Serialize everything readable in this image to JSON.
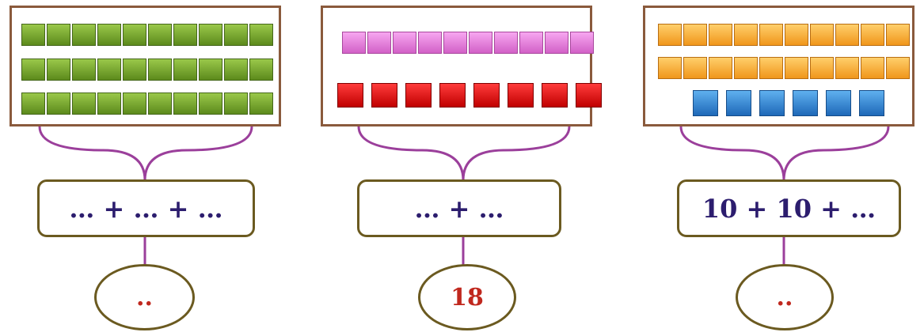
{
  "exercises": [
    {
      "id": "ex1",
      "blocks": [
        {
          "color": "green",
          "count": 10
        },
        {
          "color": "green",
          "count": 10
        },
        {
          "color": "green",
          "count": 10
        }
      ],
      "equation": "… + … + …",
      "answer": ".."
    },
    {
      "id": "ex2",
      "blocks": [
        {
          "color": "pink",
          "count": 10
        },
        {
          "color": "red",
          "count": 8
        }
      ],
      "equation": "… + …",
      "answer": "18"
    },
    {
      "id": "ex3",
      "blocks": [
        {
          "color": "orange",
          "count": 10
        },
        {
          "color": "orange",
          "count": 10
        },
        {
          "color": "blue",
          "count": 6
        }
      ],
      "equation": "10 + 10 + …",
      "answer": ".."
    }
  ],
  "colors": {
    "green": "#6f9a2a",
    "pink": "#e27bd8",
    "red": "#d40000",
    "orange": "#f5a623",
    "blue": "#2f7cc9",
    "frame": "#8a5a3c",
    "connector": "#9b3f9b"
  }
}
